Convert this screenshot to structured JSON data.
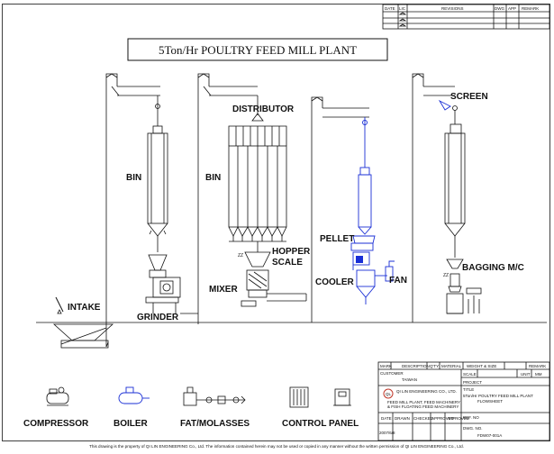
{
  "title": "5Ton/Hr POULTRY FEED MILL PLANT",
  "revision_table": {
    "headers": [
      "DATE",
      "LIC",
      "REVISIONS",
      "DWG",
      "APP",
      "REMARK"
    ]
  },
  "equipment_labels": {
    "intake": "INTAKE",
    "grinder": "GRINDER",
    "bin_left": "BIN",
    "distributor": "DISTRIBUTOR",
    "bin_mid": "BIN",
    "hopper_scale_1": "HOPPER",
    "hopper_scale_2": "SCALE",
    "mixer": "MIXER",
    "pellet": "PELLET",
    "cooler": "COOLER",
    "fan": "FAN",
    "screen": "SCREEN",
    "bagging": "BAGGING M/C"
  },
  "legend": {
    "compressor": "COMPRESSOR",
    "boiler": "BOILER",
    "fat_molasses": "FAT/MOLASSES",
    "control_panel": "CONTROL PANEL"
  },
  "title_block": {
    "header_row": [
      "MARK",
      "DESCRIPTION",
      "Q'TY",
      "MATERIAL",
      "WEIGHT & SIZE",
      "REMARK"
    ],
    "customer_label": "CUSTOMER",
    "customer_value": "TAIWAN",
    "scale_label": "SCALE",
    "unit_label": "UNIT",
    "mm_label": "MM",
    "project_label": "PROJECT",
    "title_label": "TITLE",
    "title_value": "5Ton/Hr POULTRY FEED MILL PLANT",
    "subtitle_value": "FLOWSHEET",
    "company_name": "QI LIN ENGINEERING CO., LTD.",
    "company_sub1": "FEED MILL PLANT, FEED MACHINERY",
    "company_sub2": "& FISH FLOATING FEED MACHINERY",
    "ref_no_label": "REF. NO",
    "sign_row": [
      "DATE",
      "DRAWN",
      "CHECKED",
      "APPROVED",
      "APPROVED"
    ],
    "date_value": "2007/6/8",
    "dwg_no_label": "DWG. NO.",
    "dwg_no_value": "FDW07-001A"
  },
  "footer": "This drawing is the property of QI LIN ENGINEERING Co., Ltd. The information contained herein may not be used or copied in any manner without the written permission of QI LIN ENGINEERING Co., Ltd.",
  "colors": {
    "pellet_line": "#1a2fd6",
    "line": "#111111"
  }
}
